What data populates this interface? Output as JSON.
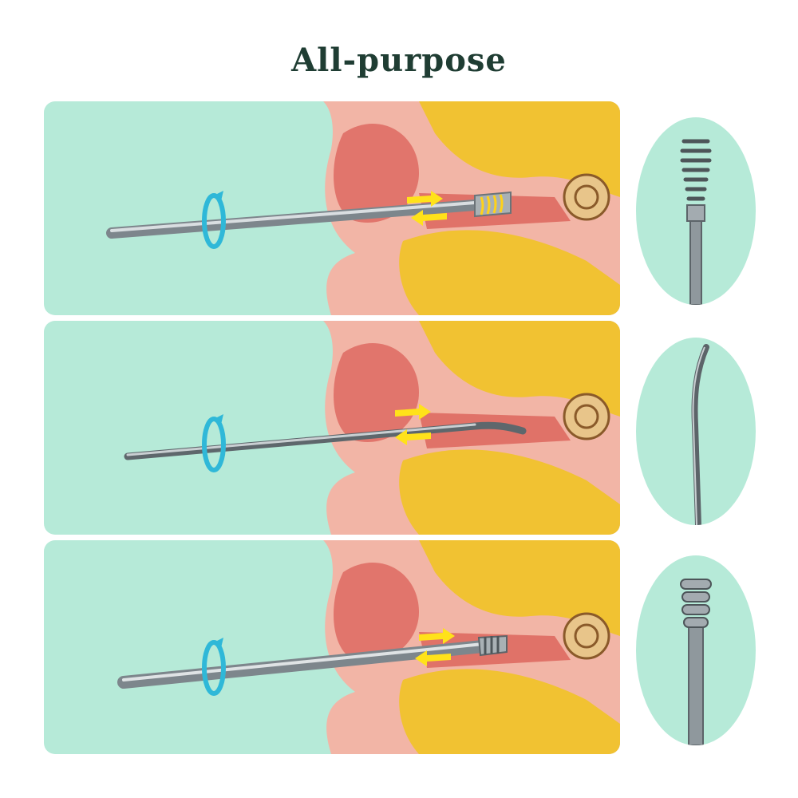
{
  "title": "All-purpose",
  "colors": {
    "title": "#1f3d33",
    "panel_bg": "#b6ead8",
    "skin": "#f2b5a6",
    "ear_canal": "#de6a62",
    "bone": "#f1c232",
    "bone_dots": "#c99310",
    "arrow_yellow": "#ffe21a",
    "rotate_blue": "#2fb8d8",
    "steel": "#9aa3a8"
  },
  "panels": [
    {
      "tool": "spiral-tip",
      "icon": "spiral-tip-icon"
    },
    {
      "tool": "curved-tip",
      "icon": "curved-tip-icon"
    },
    {
      "tool": "ridged-tip",
      "icon": "ridged-tip-icon"
    }
  ]
}
